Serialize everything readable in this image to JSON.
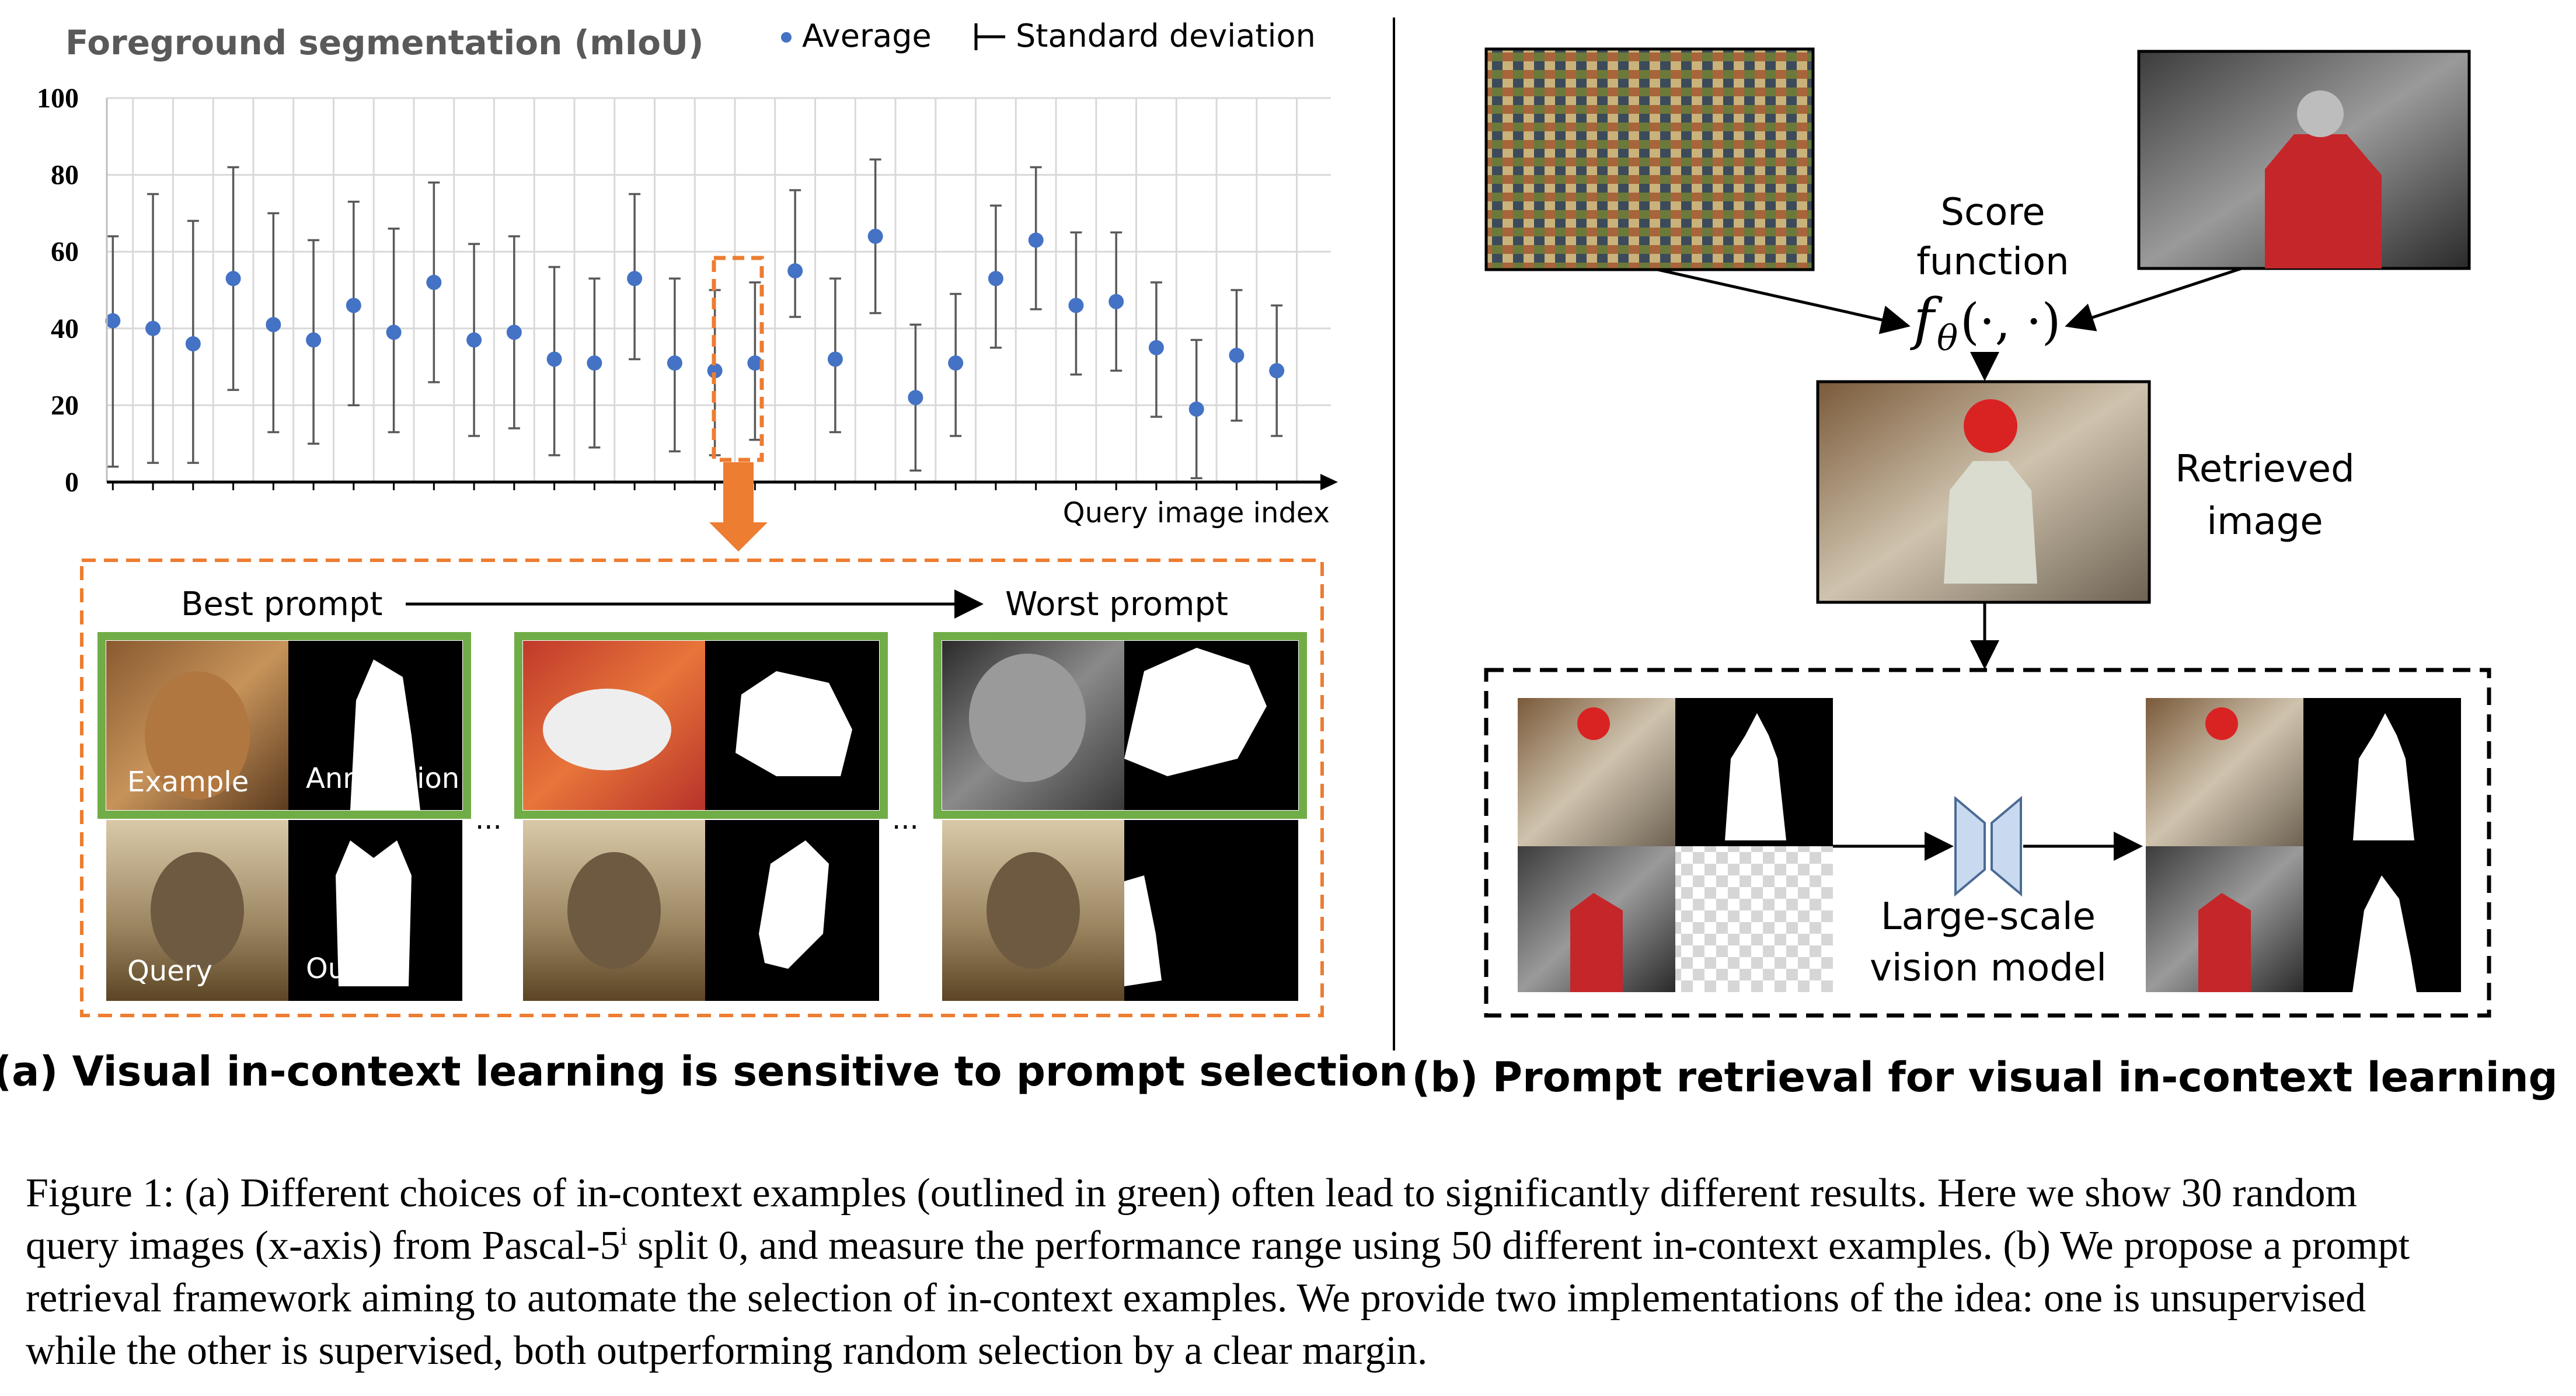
{
  "panel_a": {
    "chart_data": {
      "type": "scatter",
      "title": "Foreground segmentation (mIoU)",
      "xlabel": "Query image index",
      "ylabel": "",
      "ylim": [
        0,
        100
      ],
      "yticks": [
        "0",
        "20",
        "40",
        "60",
        "80",
        "100"
      ],
      "grid": true,
      "legend": {
        "position": "top-right",
        "average_label": "Average",
        "std_label": "Standard deviation"
      },
      "highlight_index": 16,
      "series": [
        {
          "name": "Average",
          "x": [
            1,
            2,
            3,
            4,
            5,
            6,
            7,
            8,
            9,
            10,
            11,
            12,
            13,
            14,
            15,
            16,
            17,
            18,
            19,
            20,
            21,
            22,
            23,
            24,
            25,
            26,
            27,
            28,
            29,
            30
          ],
          "y": [
            42,
            40,
            36,
            53,
            41,
            37,
            46,
            39,
            52,
            37,
            39,
            32,
            31,
            53,
            31,
            29,
            31,
            55,
            32,
            64,
            22,
            31,
            53,
            63,
            46,
            47,
            35,
            19,
            33,
            29
          ],
          "err_low": [
            4,
            5,
            5,
            24,
            13,
            10,
            20,
            13,
            26,
            12,
            14,
            7,
            9,
            32,
            8,
            7,
            11,
            43,
            13,
            44,
            3,
            12,
            35,
            45,
            28,
            29,
            17,
            1,
            16,
            12
          ],
          "err_high": [
            64,
            75,
            68,
            82,
            70,
            63,
            73,
            66,
            78,
            62,
            64,
            56,
            53,
            75,
            53,
            50,
            52,
            76,
            53,
            84,
            41,
            49,
            72,
            82,
            65,
            65,
            52,
            37,
            50,
            46
          ]
        }
      ]
    },
    "arrow_color": "#ed7d31",
    "box_color": "#ed7d31",
    "best_label": "Best prompt",
    "worst_label": "Worst prompt",
    "example_label": "Example",
    "annotation_label": "Annotation",
    "query_label": "Query",
    "output_label": "Output",
    "ellipsis": "...",
    "outline_color": "#70ad47",
    "caption": "(a) Visual in-context learning is sensitive to prompt selection"
  },
  "panel_b": {
    "score_function_line1": "Score",
    "score_function_line2": "function",
    "f_symbol": "f",
    "f_subscript": "θ",
    "f_args": "(·, ·)",
    "retrieved_line1": "Retrieved",
    "retrieved_line2": "image",
    "model_line1": "Large-scale",
    "model_line2": "vision model",
    "model_color": "#c9daf0",
    "caption": "(b) Prompt retrieval for visual in-context learning"
  },
  "figure_caption": {
    "line1": "Figure 1: (a) Different choices of in-context examples (outlined in green) often lead to significantly different results. Here we show 30 random",
    "line2_pre": "query images (x-axis) from Pascal-5",
    "line2_sup": "i",
    "line2_post": " split 0, and measure the performance range using 50 different in-context examples. (b) We propose a prompt",
    "line3": "retrieval framework aiming to automate the selection of in-context examples. We provide two implementations of the idea: one is unsupervised",
    "line4": "while the other is supervised, both outperforming random selection by a clear margin."
  }
}
